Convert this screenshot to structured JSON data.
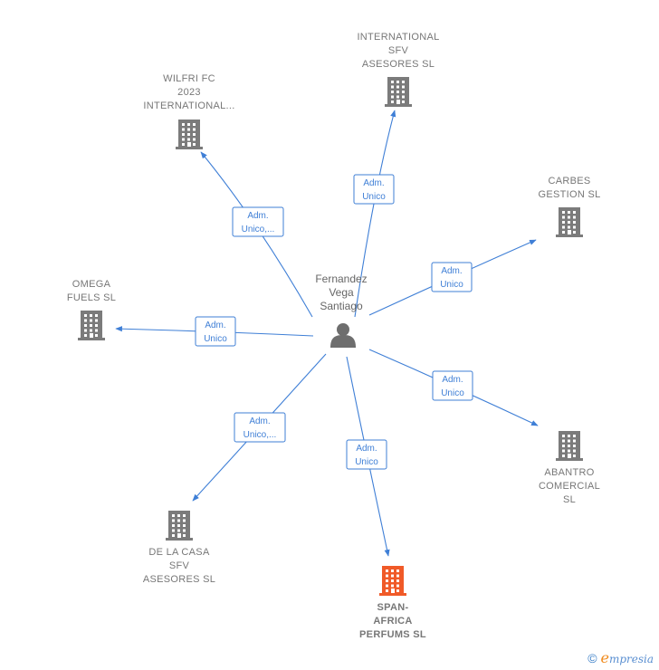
{
  "center": {
    "lines": [
      "Fernandez",
      "Vega",
      "Santiago"
    ],
    "icon": "person-icon"
  },
  "companies": [
    {
      "id": "international-sfv",
      "lines": [
        "INTERNATIONAL",
        "SFV",
        "ASESORES  SL"
      ],
      "icon": "building-icon",
      "highlight": false,
      "edge": [
        "Adm.",
        "Unico"
      ]
    },
    {
      "id": "wilfri-fc",
      "lines": [
        "WILFRI FC",
        "2023",
        "INTERNATIONAL..."
      ],
      "icon": "building-icon",
      "highlight": false,
      "edge": [
        "Adm.",
        "Unico,..."
      ]
    },
    {
      "id": "carbes-gestion",
      "lines": [
        "CARBES",
        "GESTION  SL"
      ],
      "icon": "building-icon",
      "highlight": false,
      "edge": [
        "Adm.",
        "Unico"
      ]
    },
    {
      "id": "omega-fuels",
      "lines": [
        "OMEGA",
        "FUELS  SL"
      ],
      "icon": "building-icon",
      "highlight": false,
      "edge": [
        "Adm.",
        "Unico"
      ]
    },
    {
      "id": "abantro-comercial",
      "lines": [
        "ABANTRO",
        "COMERCIAL",
        "SL"
      ],
      "icon": "building-icon",
      "highlight": false,
      "edge": [
        "Adm.",
        "Unico"
      ]
    },
    {
      "id": "de-la-casa-sfv",
      "lines": [
        "DE LA CASA",
        "SFV",
        "ASESORES  SL"
      ],
      "icon": "building-icon",
      "highlight": false,
      "edge": [
        "Adm.",
        "Unico,..."
      ]
    },
    {
      "id": "span-africa",
      "lines": [
        "SPAN-",
        "AFRICA",
        "PERFUMS  SL"
      ],
      "icon": "building-icon",
      "highlight": true,
      "edge": [
        "Adm.",
        "Unico"
      ]
    }
  ],
  "colors": {
    "edge": "#3f7fd6",
    "building": "#7b7b7b",
    "highlight": "#f05a28",
    "person": "#6e6e6e"
  },
  "footer": {
    "copyright": "©",
    "brand_first": "e",
    "brand_rest": "mpresia"
  }
}
